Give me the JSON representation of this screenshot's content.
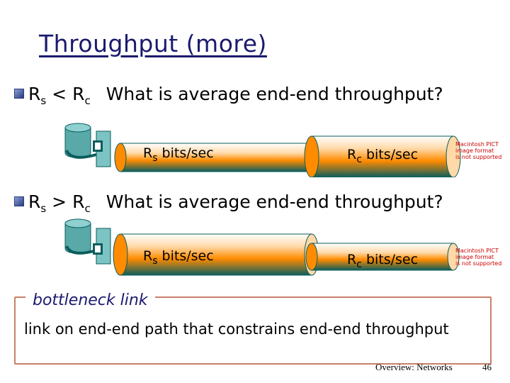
{
  "title": "Throughput (more)",
  "bullets": [
    {
      "r1": "R",
      "s1": "s",
      "op": "<",
      "r2": "R",
      "s2": "c",
      "question": "What is average end-end throughput?"
    },
    {
      "r1": "R",
      "s1": "s",
      "op": ">",
      "r2": "R",
      "s2": "c",
      "question": "What is average end-end throughput?"
    }
  ],
  "links": [
    {
      "rs_main": "R",
      "rs_sub": "s",
      "rs_unit": " bits/sec",
      "rc_main": "R",
      "rc_sub": "c",
      "rc_unit": " bits/sec",
      "pict_lines": [
        "Macintosh PICT",
        "image format",
        "is not supported"
      ]
    },
    {
      "rs_main": "R",
      "rs_sub": "s",
      "rs_unit": " bits/sec",
      "rc_main": "R",
      "rc_sub": "c",
      "rc_unit": " bits/sec",
      "pict_lines": [
        "Macintosh PICT",
        "image format",
        "is not supported"
      ]
    }
  ],
  "bottleneck": {
    "title": "bottleneck link",
    "text": "link on end-end path that constrains  end-end throughput"
  },
  "footer": "Overview: Networks",
  "page_number": "46",
  "colors": {
    "title": "#1a1a6e",
    "pipe_top": "#ffffff",
    "pipe_mid": "#ff8c00",
    "pipe_dark": "#0b5d5d",
    "server": "#5aa9a9",
    "box_border": "#c8806a"
  }
}
